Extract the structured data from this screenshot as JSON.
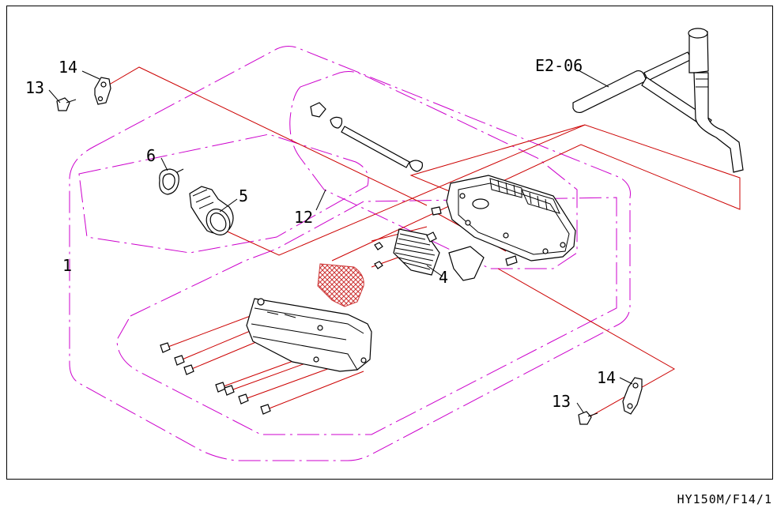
{
  "colors": {
    "group_outline": "#cc00cc",
    "leader_line": "#cc0000",
    "ink": "#000000",
    "filter_mesh": "#cc3333"
  },
  "callouts": {
    "p1": "1",
    "p4": "4",
    "p5": "5",
    "p6": "6",
    "p12": "12",
    "p13_top": "13",
    "p14_top": "14",
    "p13_bottom": "13",
    "p14_bottom": "14",
    "ref_hose": "E2-06"
  },
  "drawing_code": "HY150M/F14/1"
}
